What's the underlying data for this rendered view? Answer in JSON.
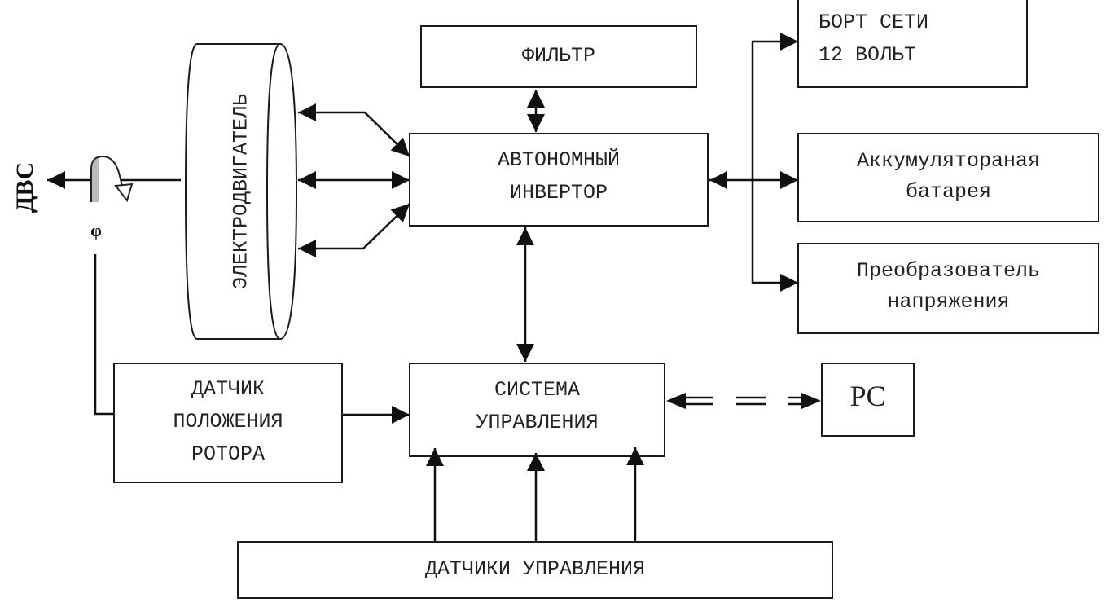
{
  "diagram": {
    "left_label": "ДВС",
    "angle_symbol": "φ",
    "motor": "ЭЛЕКТРОДВИГАТЕЛЬ",
    "filter": "ФИЛЬТР",
    "inverter": [
      "АВТОНОМНЫЙ",
      "ИНВЕРТОР"
    ],
    "grid": [
      "БОРТ СЕТИ",
      "12 ВОЛЬТ"
    ],
    "battery": [
      "Аккумулятораная",
      "батарея"
    ],
    "converter": [
      "Преобразователь",
      "напряжения"
    ],
    "rotor_sensor": [
      "ДАТЧИК",
      "ПОЛОЖЕНИЯ",
      "РОТОРА"
    ],
    "control_system": [
      "СИСТЕМА",
      "УПРАВЛЕНИЯ"
    ],
    "pc": "PC",
    "control_sensors": "ДАТЧИКИ УПРАВЛЕНИЯ"
  }
}
